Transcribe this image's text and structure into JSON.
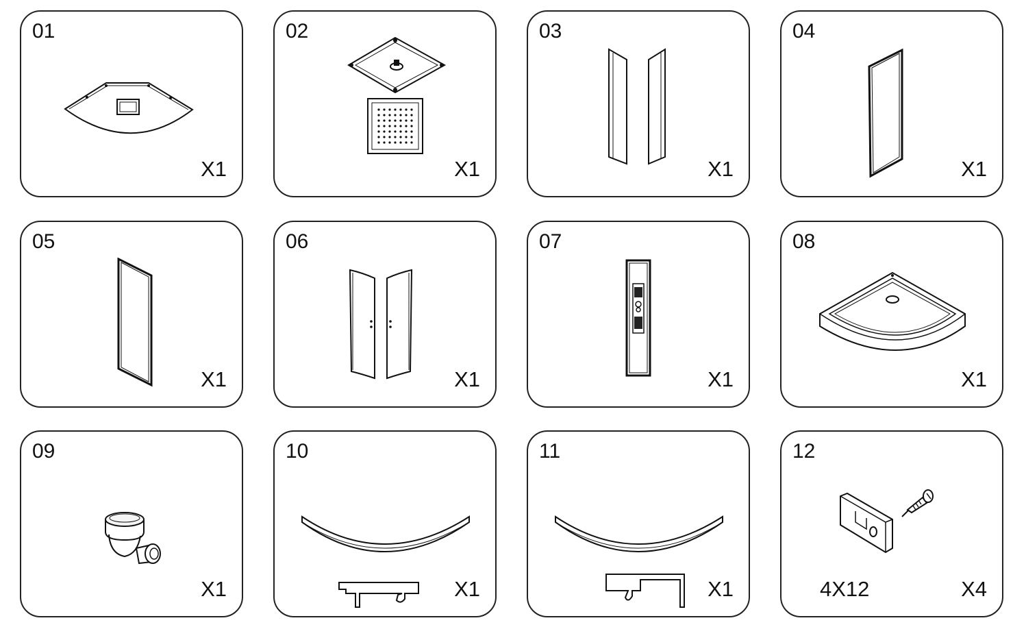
{
  "parts": [
    {
      "number": "01",
      "qty": "X1",
      "icon": "ceiling-panel-icon"
    },
    {
      "number": "02",
      "qty": "X1",
      "icon": "rain-shower-head-icon"
    },
    {
      "number": "03",
      "qty": "X1",
      "icon": "side-profile-pair-icon"
    },
    {
      "number": "04",
      "qty": "X1",
      "icon": "fixed-glass-panel-icon"
    },
    {
      "number": "05",
      "qty": "X1",
      "icon": "fixed-glass-panel-icon"
    },
    {
      "number": "06",
      "qty": "X1",
      "icon": "curved-sliding-doors-icon"
    },
    {
      "number": "07",
      "qty": "X1",
      "icon": "shower-column-panel-icon"
    },
    {
      "number": "08",
      "qty": "X1",
      "icon": "shower-tray-icon"
    },
    {
      "number": "09",
      "qty": "X1",
      "icon": "drain-trap-icon"
    },
    {
      "number": "10",
      "qty": "X1",
      "icon": "curved-top-rail-icon"
    },
    {
      "number": "11",
      "qty": "X1",
      "icon": "curved-bottom-rail-icon"
    },
    {
      "number": "12",
      "qty": "X4",
      "extra": "4X12",
      "icon": "bracket-and-screw-icon"
    }
  ]
}
